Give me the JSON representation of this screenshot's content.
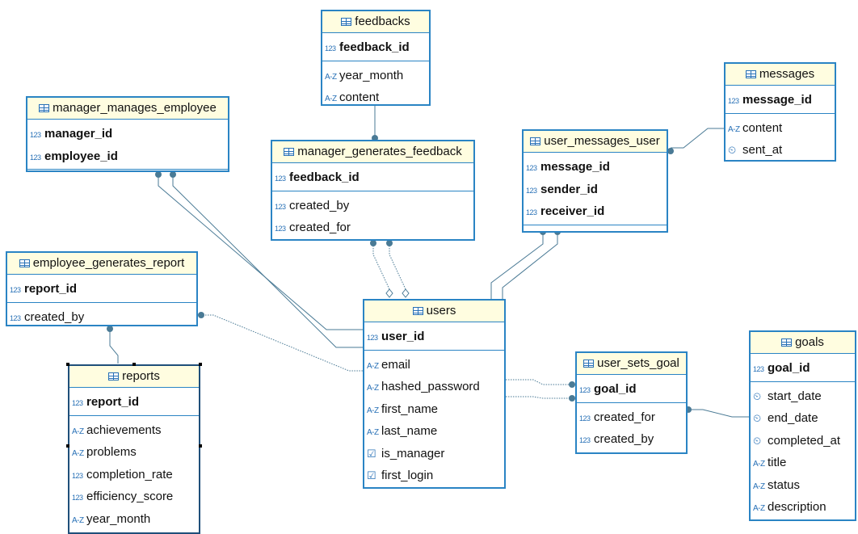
{
  "colors": {
    "border": "#2a84c4",
    "header_bg": "#fffde0",
    "connector": "#4a7a95",
    "icon": "#2770b6"
  },
  "icon_glyphs": {
    "number": "123",
    "text": "A-Z",
    "datetime": "clock-icon",
    "boolean": "checkbox-icon"
  },
  "entities": {
    "feedbacks": {
      "title": "feedbacks",
      "keys": [
        {
          "name": "feedback_id",
          "type": "number"
        }
      ],
      "attrs": [
        {
          "name": "year_month",
          "type": "text"
        },
        {
          "name": "content",
          "type": "text"
        }
      ]
    },
    "messages": {
      "title": "messages",
      "keys": [
        {
          "name": "message_id",
          "type": "number"
        }
      ],
      "attrs": [
        {
          "name": "content",
          "type": "text"
        },
        {
          "name": "sent_at",
          "type": "datetime"
        }
      ]
    },
    "manager_manages_employee": {
      "title": "manager_manages_employee",
      "keys": [
        {
          "name": "manager_id",
          "type": "number"
        },
        {
          "name": "employee_id",
          "type": "number"
        }
      ],
      "attrs": []
    },
    "manager_generates_feedback": {
      "title": "manager_generates_feedback",
      "keys": [
        {
          "name": "feedback_id",
          "type": "number"
        }
      ],
      "attrs": [
        {
          "name": "created_by",
          "type": "number"
        },
        {
          "name": "created_for",
          "type": "number"
        }
      ]
    },
    "user_messages_user": {
      "title": "user_messages_user",
      "keys": [
        {
          "name": "message_id",
          "type": "number"
        },
        {
          "name": "sender_id",
          "type": "number"
        },
        {
          "name": "receiver_id",
          "type": "number"
        }
      ],
      "attrs": []
    },
    "employee_generates_report": {
      "title": "employee_generates_report",
      "keys": [
        {
          "name": "report_id",
          "type": "number"
        }
      ],
      "attrs": [
        {
          "name": "created_by",
          "type": "number"
        }
      ]
    },
    "users": {
      "title": "users",
      "keys": [
        {
          "name": "user_id",
          "type": "number"
        }
      ],
      "attrs": [
        {
          "name": "email",
          "type": "text"
        },
        {
          "name": "hashed_password",
          "type": "text"
        },
        {
          "name": "first_name",
          "type": "text"
        },
        {
          "name": "last_name",
          "type": "text"
        },
        {
          "name": "is_manager",
          "type": "boolean"
        },
        {
          "name": "first_login",
          "type": "boolean"
        }
      ]
    },
    "user_sets_goal": {
      "title": "user_sets_goal",
      "keys": [
        {
          "name": "goal_id",
          "type": "number"
        }
      ],
      "attrs": [
        {
          "name": "created_for",
          "type": "number"
        },
        {
          "name": "created_by",
          "type": "number"
        }
      ]
    },
    "goals": {
      "title": "goals",
      "keys": [
        {
          "name": "goal_id",
          "type": "number"
        }
      ],
      "attrs": [
        {
          "name": "start_date",
          "type": "datetime"
        },
        {
          "name": "end_date",
          "type": "datetime"
        },
        {
          "name": "completed_at",
          "type": "datetime"
        },
        {
          "name": "title",
          "type": "text"
        },
        {
          "name": "status",
          "type": "text"
        },
        {
          "name": "description",
          "type": "text"
        }
      ]
    },
    "reports": {
      "title": "reports",
      "selected": true,
      "keys": [
        {
          "name": "report_id",
          "type": "number"
        }
      ],
      "attrs": [
        {
          "name": "achievements",
          "type": "text"
        },
        {
          "name": "problems",
          "type": "text"
        },
        {
          "name": "completion_rate",
          "type": "number"
        },
        {
          "name": "efficiency_score",
          "type": "number"
        },
        {
          "name": "year_month",
          "type": "text"
        }
      ]
    }
  }
}
